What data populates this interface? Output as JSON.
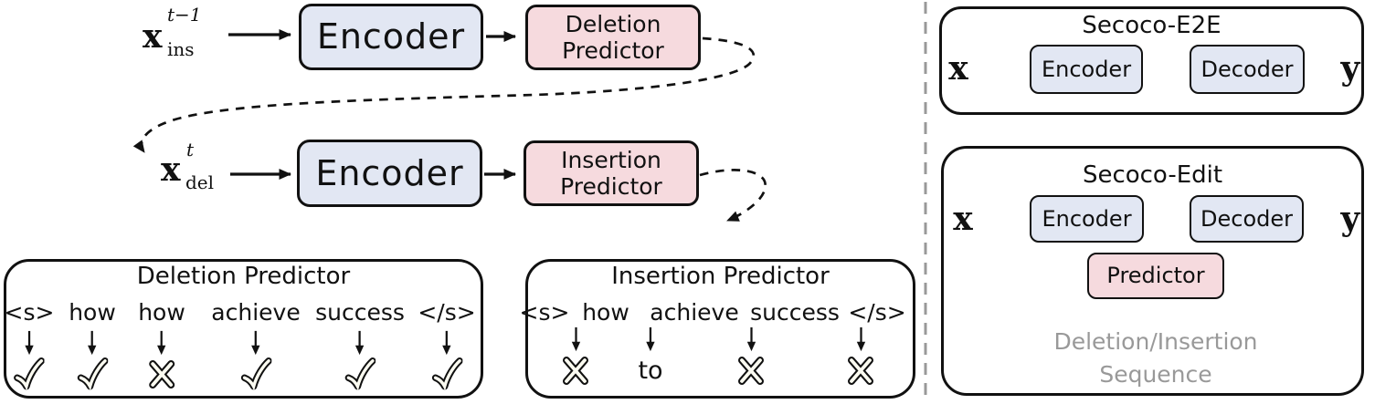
{
  "left_flow": {
    "row1": {
      "input_var": {
        "base": "x",
        "sup": "t−1",
        "sub": "ins"
      },
      "encoder_label": "Encoder",
      "predictor_line1": "Deletion",
      "predictor_line2": "Predictor"
    },
    "row2": {
      "input_var": {
        "base": "x",
        "sup": "t",
        "sub": "del"
      },
      "encoder_label": "Encoder",
      "predictor_line1": "Insertion",
      "predictor_line2": "Predictor"
    }
  },
  "deletion_box": {
    "title": "Deletion Predictor",
    "tokens": [
      "<s>",
      "how",
      "how",
      "achieve",
      "success",
      "</s>"
    ],
    "marks": [
      {
        "type": "check"
      },
      {
        "type": "check"
      },
      {
        "type": "x"
      },
      {
        "type": "check"
      },
      {
        "type": "check"
      },
      {
        "type": "check"
      }
    ]
  },
  "insertion_box": {
    "title": "Insertion Predictor",
    "tokens": [
      "<s>",
      "how",
      "achieve",
      "success",
      "</s>"
    ],
    "marks": [
      {
        "type": "x"
      },
      {
        "type": "text",
        "value": "to"
      },
      {
        "type": "x"
      },
      {
        "type": "x"
      }
    ]
  },
  "right_panel": {
    "e2e": {
      "title": "Secoco-E2E",
      "input": "x",
      "encoder": "Encoder",
      "decoder": "Decoder",
      "output": "y"
    },
    "edit": {
      "title": "Secoco-Edit",
      "input": "x",
      "encoder": "Encoder",
      "decoder": "Decoder",
      "output": "y",
      "predictor": "Predictor",
      "sequence_line1": "Deletion/Insertion",
      "sequence_line2": "Sequence"
    }
  },
  "colors": {
    "encoder_fill": "#e2e7f3",
    "predictor_fill": "#f6dade",
    "stroke": "#111111",
    "arrow_gray": "#888888",
    "gray_text": "#999999",
    "mark_fill": "#fbfbf1",
    "divider_gray": "#999999"
  }
}
